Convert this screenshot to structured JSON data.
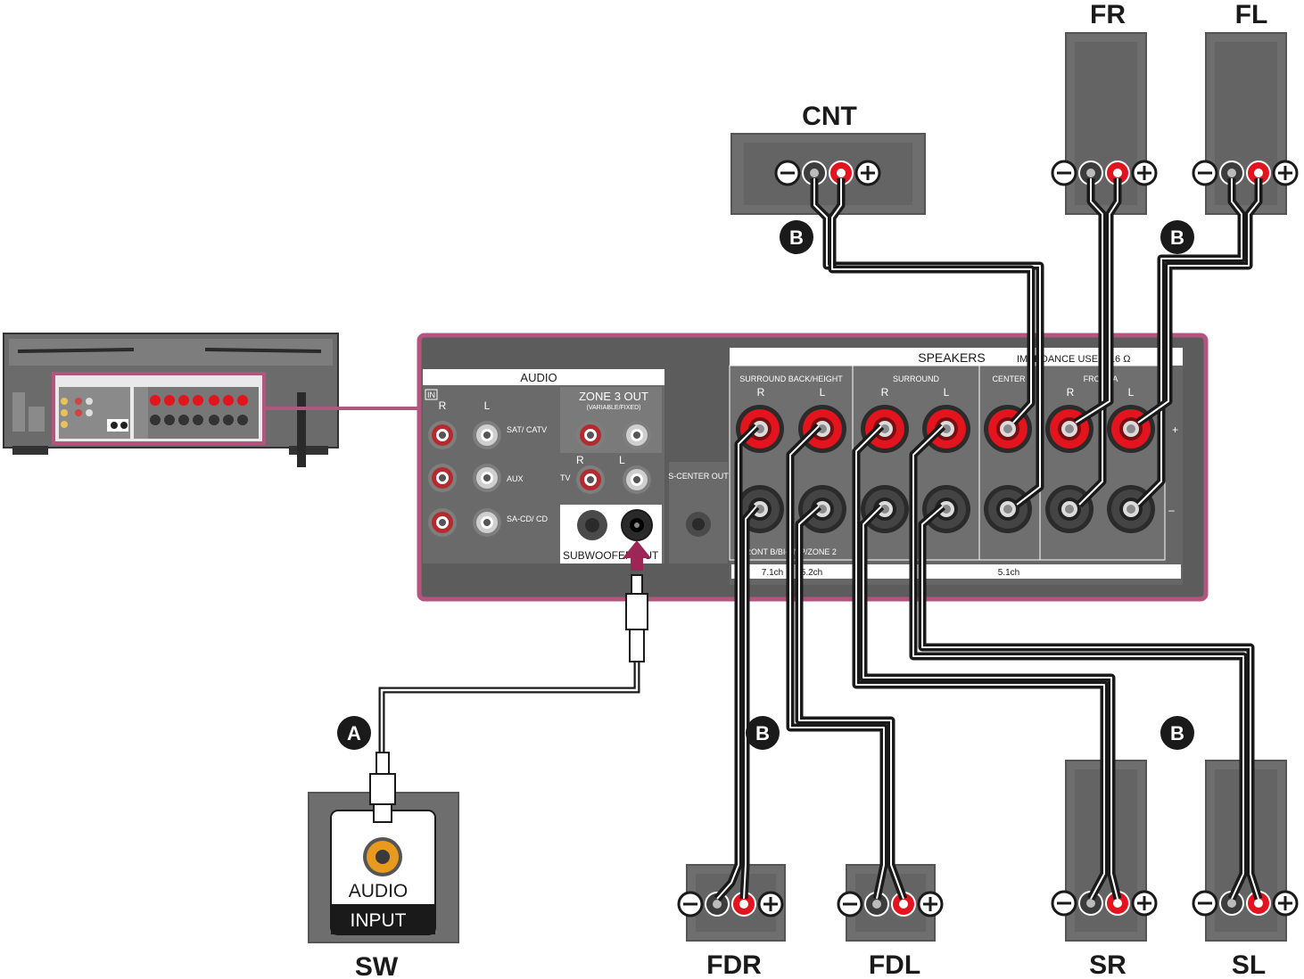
{
  "speakers": {
    "center": "CNT",
    "front_right": "FR",
    "front_left": "FL",
    "front_dolby_right": "FDR",
    "front_dolby_left": "FDL",
    "surround_right": "SR",
    "surround_left": "SL",
    "subwoofer": "SW"
  },
  "subwoofer_jack": {
    "line1": "AUDIO",
    "line2": "INPUT"
  },
  "cable_markers": {
    "audio_cable": "A",
    "speaker_cable": "B"
  },
  "panel": {
    "audio_header": "AUDIO",
    "in_label": "IN",
    "r": "R",
    "l": "L",
    "sat_catv": "SAT/ CATV",
    "aux": "AUX",
    "sacd_cd": "SA-CD/ CD",
    "zone3_out": "ZONE 3 OUT",
    "zone3_sub": "(VARIABLE/FIXED)",
    "tv": "TV",
    "subwoofer_out": "SUBWOOFER OUT",
    "s_center_out": "S-CENTER OUT",
    "speakers_header": "SPEAKERS",
    "impedance": "IMPEDANCE USE 6-16 Ω",
    "surround_back_height": "SURROUND BACK/HEIGHT",
    "surround": "SURROUND",
    "center": "CENTER",
    "front_a": "FRONT A",
    "plus": "+",
    "minus": "–",
    "front_b_bi_amp": "FRONT B/BI-AMP/ZONE 2",
    "ch_7_1": "7.1ch",
    "ch_5_2": "5.2ch",
    "ch_5_1": "5.1ch"
  },
  "colors": {
    "panel_border": "#b4557f",
    "panel_bg": "#5c5c5c",
    "speaker_body": "#6e6e6e",
    "terminal_red": "#e3141d",
    "terminal_black": "#3d3d3d",
    "cable": "#1a1a1a",
    "subwoofer_jack": "#e89a1e"
  }
}
